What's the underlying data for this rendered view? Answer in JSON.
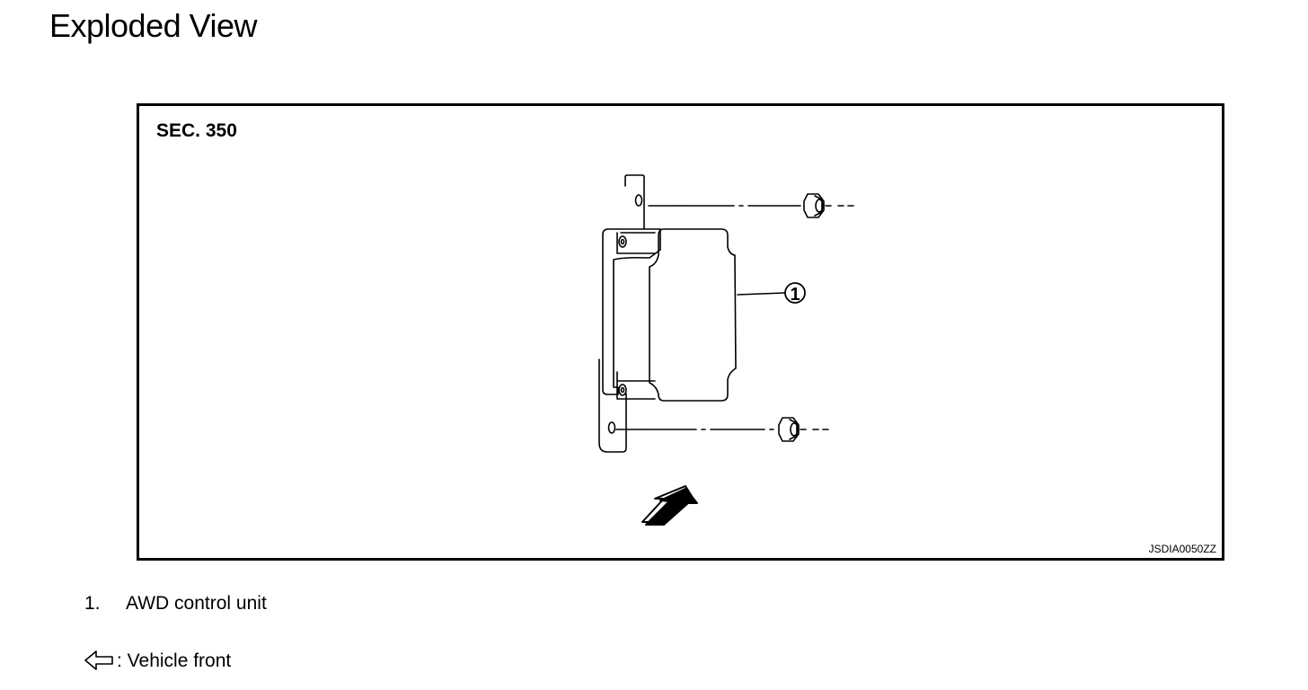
{
  "page": {
    "title": "Exploded View"
  },
  "figure": {
    "section": "SEC. 350",
    "code": "JSDIA0050ZZ",
    "callouts": [
      {
        "number": "1",
        "part": "AWD control unit"
      }
    ]
  },
  "legend": {
    "items": [
      {
        "number": "1.",
        "label": "AWD control unit"
      }
    ],
    "front_label": ": Vehicle front",
    "front_icon": "outline-arrow-left-icon"
  }
}
